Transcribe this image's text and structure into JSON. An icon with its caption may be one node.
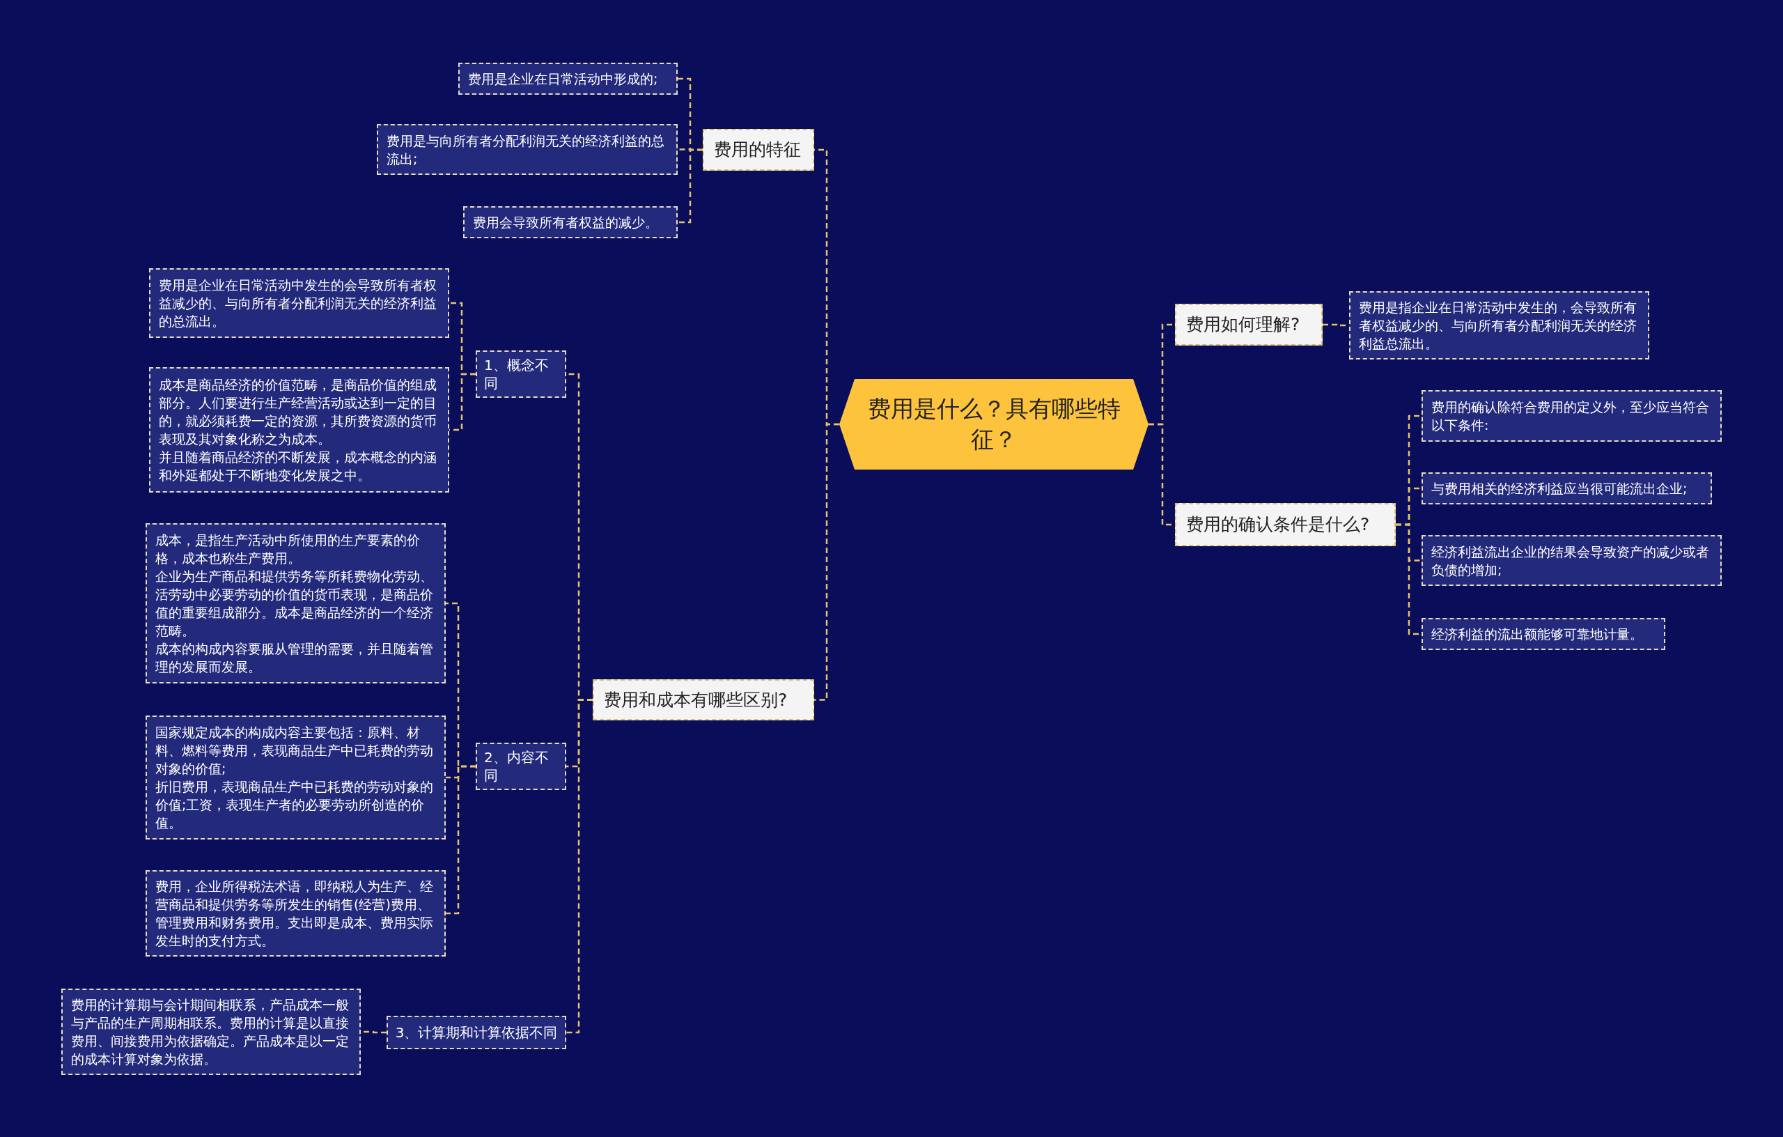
{
  "diagram": {
    "nodes": [
      {
        "text": [
          "费用是什么？具有哪些特征？"
        ]
      },
      {
        "text": [
          "费用的特征"
        ]
      },
      {
        "text": [
          "费用是企业在日常活动中形成的;"
        ]
      },
      {
        "text": [
          "费用是与向所有者分配利润无关的经济利益的总流出;"
        ]
      },
      {
        "text": [
          "费用会导致所有者权益的减少。"
        ]
      },
      {
        "text": [
          "费用和成本有哪些区别?"
        ]
      },
      {
        "text": [
          "1、概念不同"
        ]
      },
      {
        "text": [
          "费用是企业在日常活动中发生的会导致所有者权益减少的、与向所有者分配利润无关的经济利益的总流出。"
        ]
      },
      {
        "text": [
          "成本是商品经济的价值范畴，是商品价值的组成部分。人们要进行生产经营活动或达到一定的目的，就必须耗费一定的资源，其所费资源的货币表现及其对象化称之为成本。",
          "并且随着商品经济的不断发展，成本概念的内涵和外延都处于不断地变化发展之中。"
        ]
      },
      {
        "text": [
          "2、内容不同"
        ]
      },
      {
        "text": [
          "成本，是指生产活动中所使用的生产要素的价格，成本也称生产费用。",
          "企业为生产商品和提供劳务等所耗费物化劳动、活劳动中必要劳动的价值的货币表现，是商品价值的重要组成部分。成本是商品经济的一个经济范畴。",
          "成本的构成内容要服从管理的需要，并且随着管理的发展而发展。"
        ]
      },
      {
        "text": [
          "国家规定成本的构成内容主要包括：原料、材料、燃料等费用，表现商品生产中已耗费的劳动对象的价值;",
          "折旧费用，表现商品生产中已耗费的劳动对象的价值;工资，表现生产者的必要劳动所创造的价值。"
        ]
      },
      {
        "text": [
          "费用，企业所得税法术语，即纳税人为生产、经营商品和提供劳务等所发生的销售(经营)费用、管理费用和财务费用。支出即是成本、费用实际发生时的支付方式。"
        ]
      },
      {
        "text": [
          "3、计算期和计算依据不同"
        ]
      },
      {
        "text": [
          "费用的计算期与会计期间相联系，产品成本一般与产品的生产周期相联系。费用的计算是以直接费用、间接费用为依据确定。产品成本是以一定的成本计算对象为依据。"
        ]
      },
      {
        "text": [
          "费用如何理解?"
        ]
      },
      {
        "text": [
          "费用是指企业在日常活动中发生的，会导致所有者权益减少的、与向所有者分配利润无关的经济利益总流出。"
        ]
      },
      {
        "text": [
          "费用的确认条件是什么?"
        ]
      },
      {
        "text": [
          "费用的确认除符合费用的定义外，至少应当符合以下条件:"
        ]
      },
      {
        "text": [
          "与费用相关的经济利益应当很可能流出企业;"
        ]
      },
      {
        "text": [
          "经济利益流出企业的结果会导致资产的减少或者负债的增加;"
        ]
      },
      {
        "text": [
          "经济利益的流出额能够可靠地计量。"
        ]
      }
    ],
    "edges": [
      {
        "from": 0,
        "to": 1,
        "arrow": "none"
      },
      {
        "from": 0,
        "to": 5,
        "arrow": "none"
      },
      {
        "from": 0,
        "to": 15,
        "arrow": "none"
      },
      {
        "from": 0,
        "to": 17,
        "arrow": "none"
      },
      {
        "from": 1,
        "to": 2,
        "arrow": "none"
      },
      {
        "from": 1,
        "to": 3,
        "arrow": "none"
      },
      {
        "from": 1,
        "to": 4,
        "arrow": "none"
      },
      {
        "from": 5,
        "to": 6,
        "arrow": "none"
      },
      {
        "from": 5,
        "to": 9,
        "arrow": "none"
      },
      {
        "from": 5,
        "to": 13,
        "arrow": "none"
      },
      {
        "from": 6,
        "to": 7,
        "arrow": "none"
      },
      {
        "from": 6,
        "to": 8,
        "arrow": "none"
      },
      {
        "from": 9,
        "to": 10,
        "arrow": "none"
      },
      {
        "from": 9,
        "to": 11,
        "arrow": "none"
      },
      {
        "from": 9,
        "to": 12,
        "arrow": "none"
      },
      {
        "from": 13,
        "to": 14,
        "arrow": "none"
      },
      {
        "from": 15,
        "to": 16,
        "arrow": "none"
      },
      {
        "from": 17,
        "to": 18,
        "arrow": "none"
      },
      {
        "from": 17,
        "to": 19,
        "arrow": "none"
      },
      {
        "from": 17,
        "to": 20,
        "arrow": "none"
      },
      {
        "from": 17,
        "to": 21,
        "arrow": "none"
      }
    ]
  }
}
